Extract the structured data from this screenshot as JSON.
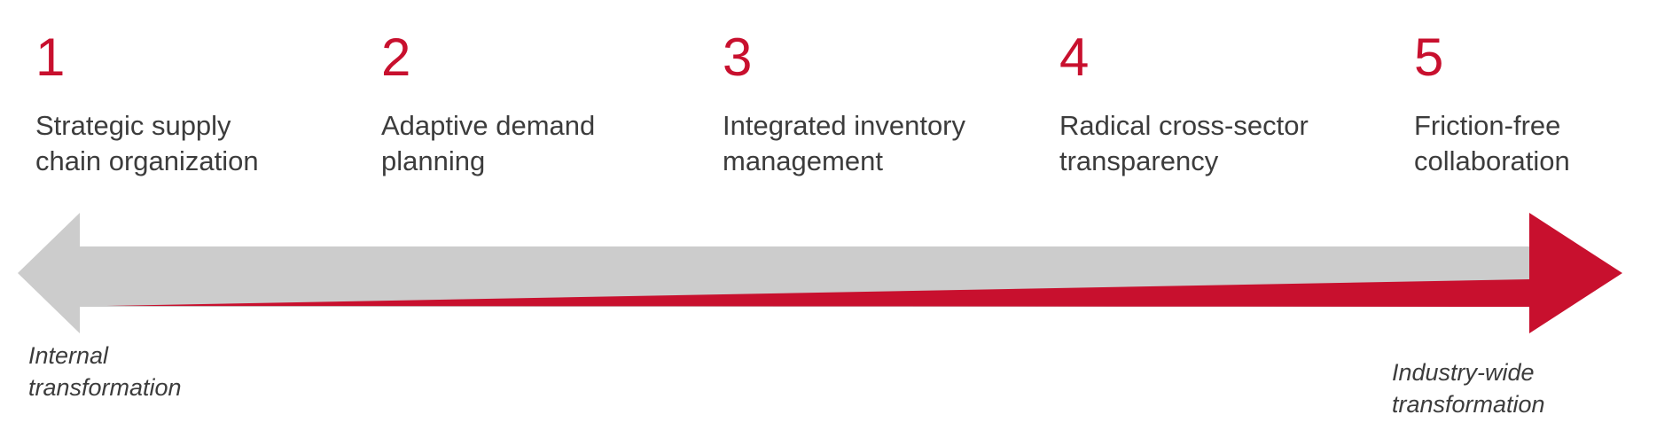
{
  "steps": [
    {
      "number": "1",
      "label": "Strategic supply\nchain organization"
    },
    {
      "number": "2",
      "label": "Adaptive demand\nplanning"
    },
    {
      "number": "3",
      "label": "Integrated inventory\nmanagement"
    },
    {
      "number": "4",
      "label": "Radical cross-sector\ntransparency"
    },
    {
      "number": "5",
      "label": "Friction-free\ncollaboration"
    }
  ],
  "ends": {
    "left": "Internal\ntransformation",
    "right": "Industry-wide\ntransformation"
  },
  "colors": {
    "accent": "#c8102e",
    "neutral": "#cccccc",
    "text": "#3c3c3c"
  }
}
